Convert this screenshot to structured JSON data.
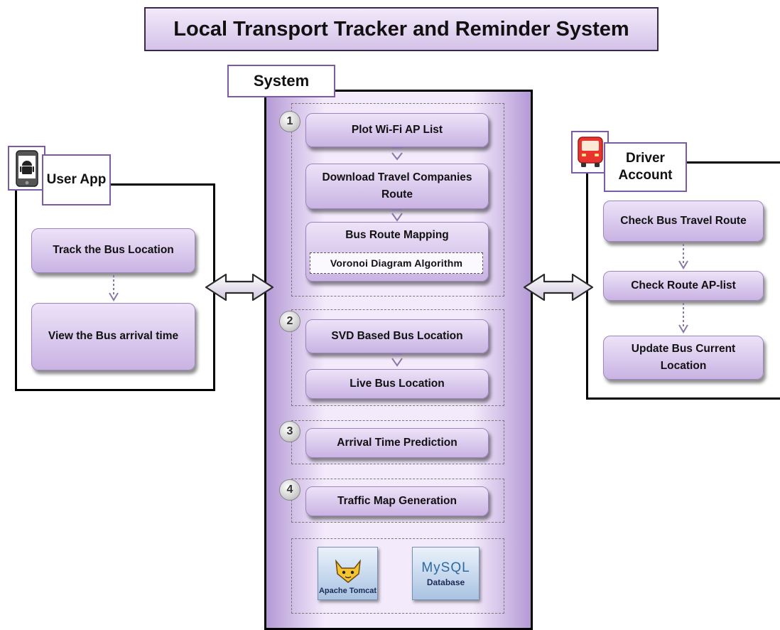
{
  "title": "Local Transport Tracker and Reminder System",
  "system": {
    "label": "System",
    "group1": {
      "number": "1",
      "plot": "Plot Wi-Fi AP List",
      "download": "Download Travel Companies Route",
      "mapping": "Bus Route Mapping",
      "voronoi": "Voronoi Diagram Algorithm"
    },
    "group2": {
      "number": "2",
      "svd": "SVD Based Bus Location",
      "live": "Live Bus Location"
    },
    "group3": {
      "number": "3",
      "arrival": "Arrival Time Prediction"
    },
    "group4": {
      "number": "4",
      "traffic": "Traffic Map Generation"
    },
    "logos": {
      "tomcat": "Apache Tomcat",
      "mysql_logo": "MySQL",
      "mysql_caption": "Database"
    }
  },
  "user_app": {
    "label": "User App",
    "icon": "android-phone-icon",
    "track": "Track the Bus Location",
    "view": "View the Bus arrival time"
  },
  "driver": {
    "label": "Driver Account",
    "icon": "bus-icon",
    "check_route": "Check Bus Travel Route",
    "check_ap": "Check Route AP-list",
    "update": "Update Bus Current Location"
  },
  "colors": {
    "accent_purple": "#c9b3e3",
    "border_purple": "#7b5aa6",
    "bus_red": "#e8332e"
  }
}
